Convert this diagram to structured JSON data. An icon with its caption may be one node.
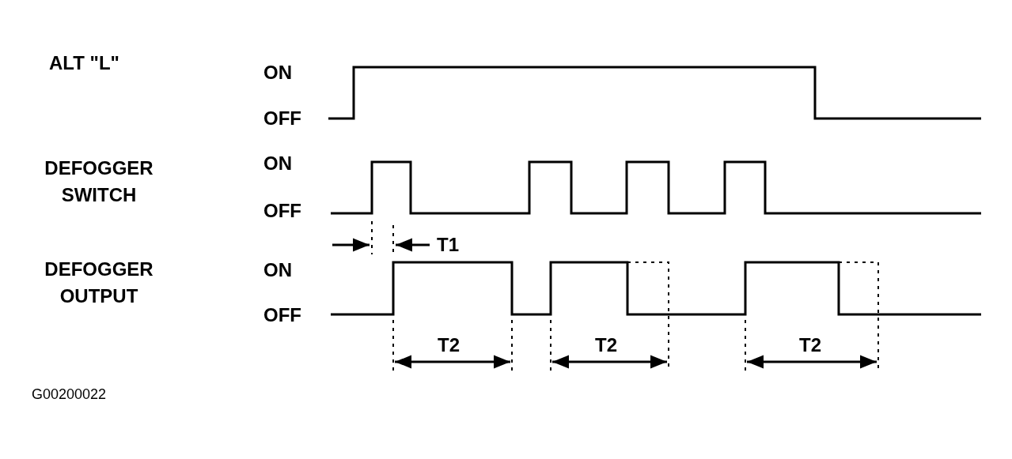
{
  "diagram": {
    "labels": [
      "ALT \"L\"",
      "ON",
      "OFF",
      "DEFOGGER SWITCH",
      "ON",
      "OFF",
      "T1",
      "DEFOGGER OUTPUT",
      "ON",
      "OFF",
      "T2",
      "T2",
      "T2",
      "G00200022"
    ]
  }
}
